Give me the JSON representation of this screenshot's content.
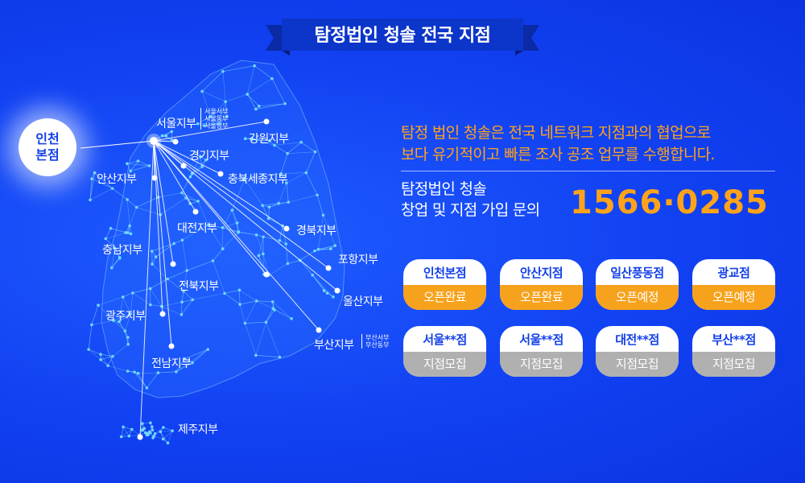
{
  "banner": {
    "title": "탐정법인 청솔 전국 지점"
  },
  "hq": {
    "label": "인천 본점"
  },
  "branches": [
    {
      "id": "seoul",
      "label": "서울지부"
    },
    {
      "id": "gangwon",
      "label": "강원지부"
    },
    {
      "id": "gyeonggi",
      "label": "경기지부"
    },
    {
      "id": "ansan",
      "label": "안산지부"
    },
    {
      "id": "chungbuk",
      "label": "충북세종지부"
    },
    {
      "id": "daejeon",
      "label": "대전지부"
    },
    {
      "id": "gyeongbuk",
      "label": "경북지부"
    },
    {
      "id": "chungnam",
      "label": "충남지부"
    },
    {
      "id": "pohang",
      "label": "포항지부"
    },
    {
      "id": "jeonbuk",
      "label": "전북지부"
    },
    {
      "id": "ulsan",
      "label": "울산지부"
    },
    {
      "id": "gwangju",
      "label": "광주지부"
    },
    {
      "id": "busan",
      "label": "부산지부"
    },
    {
      "id": "jeonnam",
      "label": "전남지부"
    },
    {
      "id": "jeju",
      "label": "제주지부"
    }
  ],
  "seoul_subs": [
    "서울서부",
    "서울동부",
    "서울남부"
  ],
  "busan_subs": [
    "부산서부",
    "부산동부"
  ],
  "intro": {
    "line1": "탐정 법인 청솔은 전국 네트워크 지점과의 협업으로",
    "line2": "보다 유기적이고 빠른 조사 공조 업무를  수행합니다."
  },
  "join": {
    "line1": "탐정법인 청솔",
    "line2": "창업 및 지점 가입 문의",
    "phone": "1566·0285"
  },
  "status_cards": [
    {
      "name": "인천본점",
      "status": "오픈완료",
      "tone": "orange"
    },
    {
      "name": "안산지점",
      "status": "오픈완료",
      "tone": "orange"
    },
    {
      "name": "일산풍동점",
      "status": "오픈예정",
      "tone": "orange"
    },
    {
      "name": "광교점",
      "status": "오픈예정",
      "tone": "orange"
    },
    {
      "name": "서울**점",
      "status": "지점모집",
      "tone": "gray"
    },
    {
      "name": "서울**점",
      "status": "지점모집",
      "tone": "gray"
    },
    {
      "name": "대전**점",
      "status": "지점모집",
      "tone": "gray"
    },
    {
      "name": "부산**점",
      "status": "지점모집",
      "tone": "gray"
    }
  ],
  "colors": {
    "background": "#1141f2",
    "accent": "#ffa31a",
    "ribbon": "#0a2db8",
    "card_text": "#1340e8",
    "recruit": "#b0b0b0"
  }
}
